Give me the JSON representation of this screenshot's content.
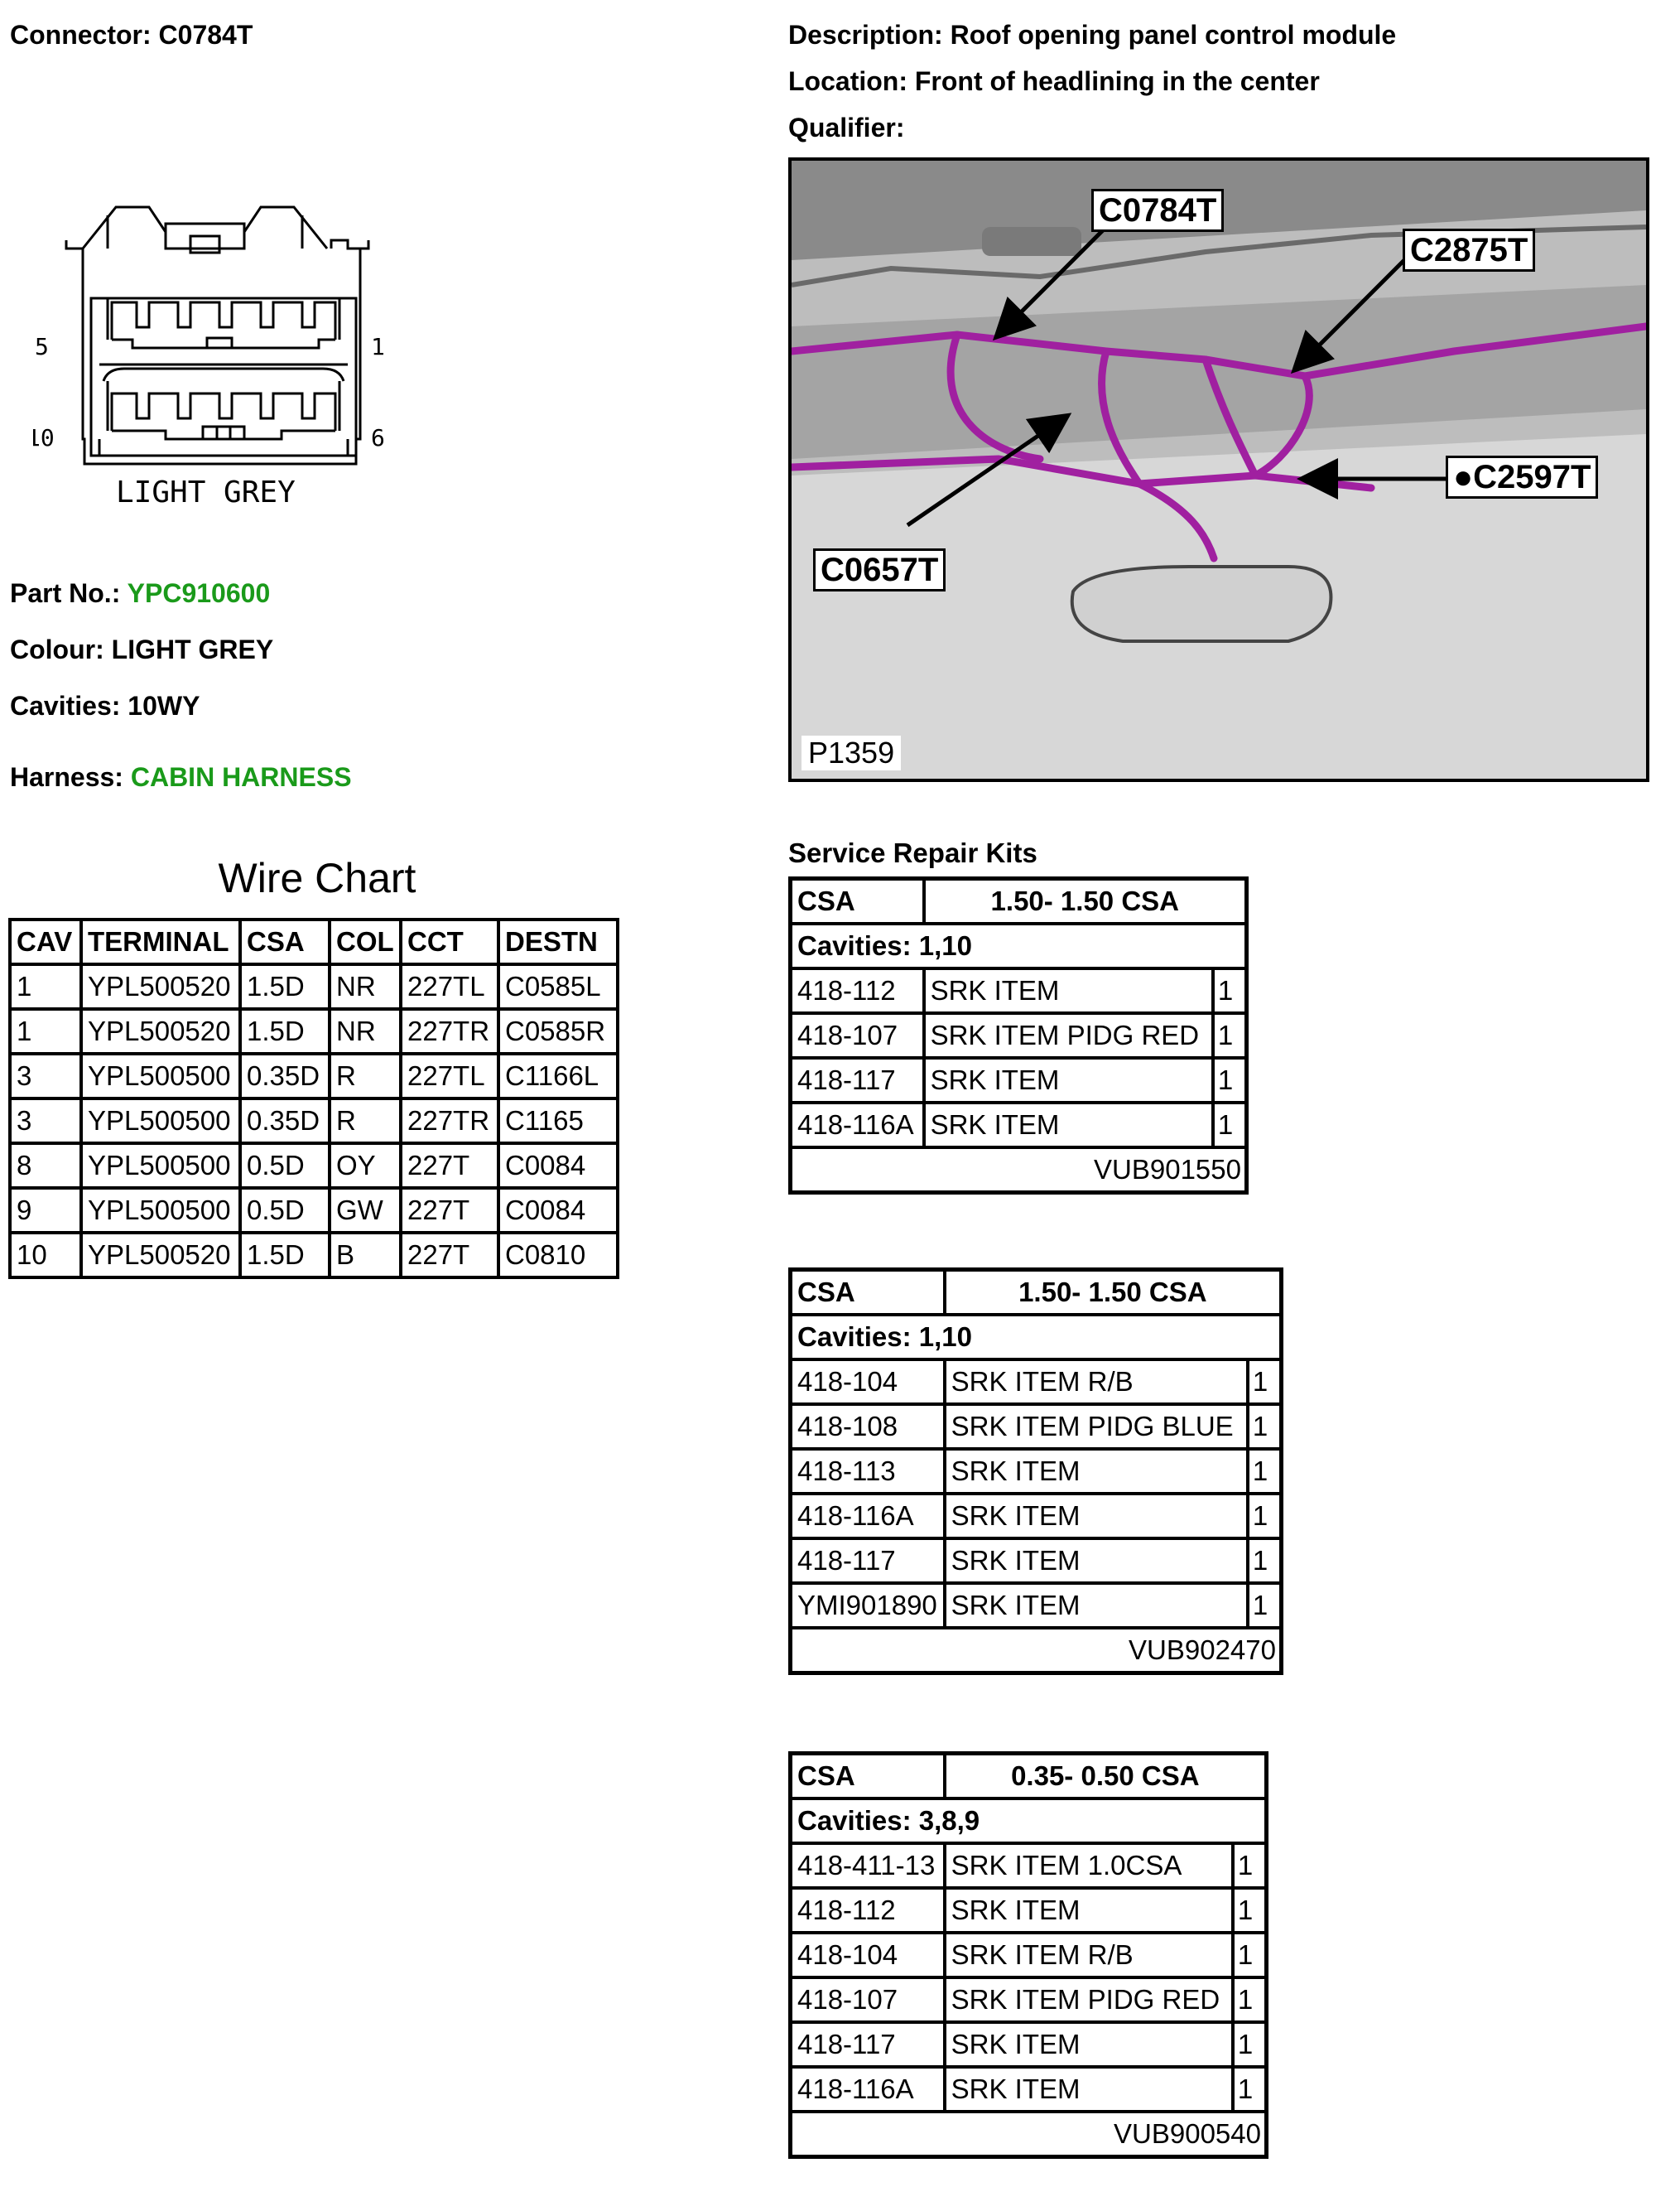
{
  "connector": {
    "label": "Connector:",
    "value": "C0784T"
  },
  "description": {
    "label": "Description:",
    "value": "Roof opening panel control module"
  },
  "location": {
    "label": "Location:",
    "value": "Front of headlining in the center"
  },
  "qualifier": {
    "label": "Qualifier:",
    "value": ""
  },
  "connector_drawing": {
    "pin_labels": {
      "top_left": "5",
      "top_right": "1",
      "bottom_left": "10",
      "bottom_right": "6"
    },
    "caption": "LIGHT GREY"
  },
  "part_no": {
    "label": "Part No.:",
    "value": "YPC910600",
    "color": "#1a9a1a"
  },
  "colour": {
    "label": "Colour:",
    "value": "LIGHT GREY"
  },
  "cavities": {
    "label": "Cavities:",
    "value": "10WY"
  },
  "harness": {
    "label": "Harness:",
    "value": "CABIN HARNESS",
    "color": "#1a9a1a"
  },
  "photo": {
    "callouts": [
      "C0784T",
      "C2875T",
      "●C2597T",
      "C0657T"
    ],
    "reference": "P1359"
  },
  "wire_chart": {
    "title": "Wire Chart",
    "headers": [
      "CAV",
      "TERMINAL",
      "CSA",
      "COL",
      "CCT",
      "DESTN"
    ],
    "rows": [
      [
        "1",
        "YPL500520",
        "1.5D",
        "NR",
        "227TL",
        "C0585L"
      ],
      [
        "1",
        "YPL500520",
        "1.5D",
        "NR",
        "227TR",
        "C0585R"
      ],
      [
        "3",
        "YPL500500",
        "0.35D",
        "R",
        "227TL",
        "C1166L"
      ],
      [
        "3",
        "YPL500500",
        "0.35D",
        "R",
        "227TR",
        "C1165"
      ],
      [
        "8",
        "YPL500500",
        "0.5D",
        "OY",
        "227T",
        "C0084"
      ],
      [
        "9",
        "YPL500500",
        "0.5D",
        "GW",
        "227T",
        "C0084"
      ],
      [
        "10",
        "YPL500520",
        "1.5D",
        "B",
        "227T",
        "C0810"
      ]
    ]
  },
  "service_repair_kits": {
    "title": "Service Repair Kits",
    "kits": [
      {
        "csa_label": "CSA",
        "csa_range": "1.50- 1.50 CSA",
        "cavities": "Cavities: 1,10",
        "items": [
          [
            "418-112",
            "SRK ITEM",
            "1"
          ],
          [
            "418-107",
            "SRK ITEM PIDG RED",
            "1"
          ],
          [
            "418-117",
            "SRK ITEM",
            "1"
          ],
          [
            "418-116A",
            "SRK ITEM",
            "1"
          ]
        ],
        "kit_no": "VUB901550"
      },
      {
        "csa_label": "CSA",
        "csa_range": "1.50- 1.50 CSA",
        "cavities": "Cavities: 1,10",
        "items": [
          [
            "418-104",
            "SRK ITEM R/B",
            "1"
          ],
          [
            "418-108",
            "SRK ITEM PIDG BLUE",
            "1"
          ],
          [
            "418-113",
            "SRK ITEM",
            "1"
          ],
          [
            "418-116A",
            "SRK ITEM",
            "1"
          ],
          [
            "418-117",
            "SRK ITEM",
            "1"
          ],
          [
            "YMI901890",
            "SRK ITEM",
            "1"
          ]
        ],
        "kit_no": "VUB902470"
      },
      {
        "csa_label": "CSA",
        "csa_range": "0.35- 0.50 CSA",
        "cavities": "Cavities: 3,8,9",
        "items": [
          [
            "418-411-13",
            "SRK ITEM 1.0CSA",
            "1"
          ],
          [
            "418-112",
            "SRK ITEM",
            "1"
          ],
          [
            "418-104",
            "SRK ITEM R/B",
            "1"
          ],
          [
            "418-107",
            "SRK ITEM PIDG RED",
            "1"
          ],
          [
            "418-117",
            "SRK ITEM",
            "1"
          ],
          [
            "418-116A",
            "SRK ITEM",
            "1"
          ]
        ],
        "kit_no": "VUB900540"
      }
    ]
  }
}
